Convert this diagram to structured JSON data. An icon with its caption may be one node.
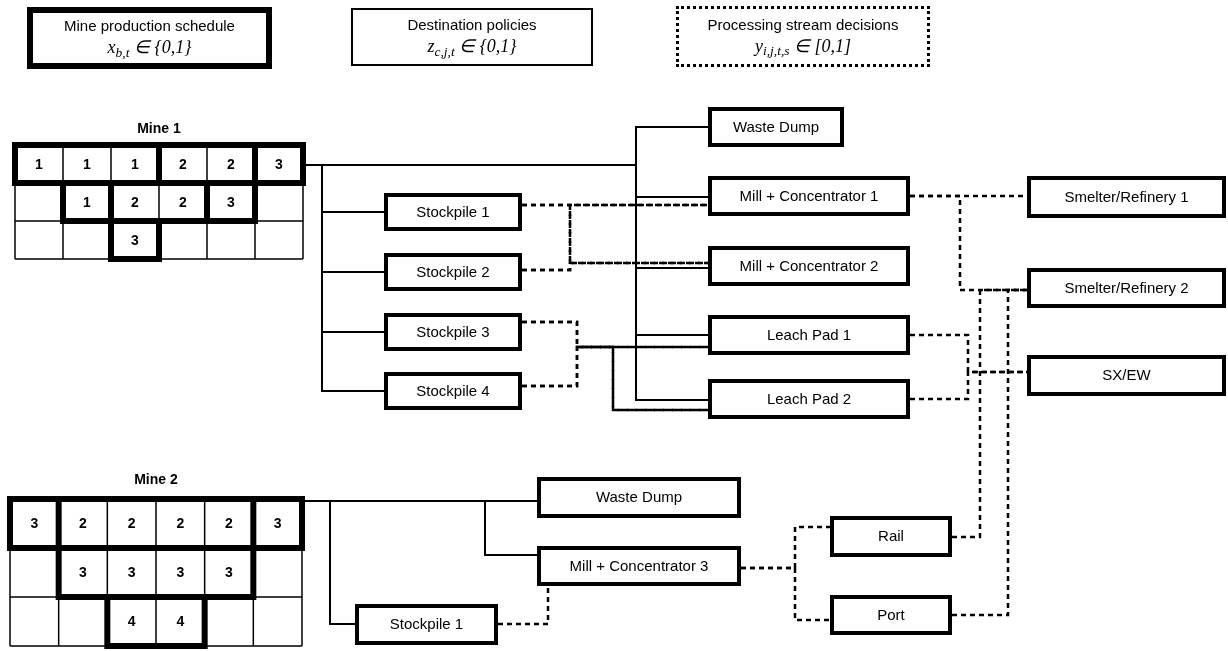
{
  "diagram": {
    "nodes": [
      {
        "text": [
          "Mine production schedule",
          "x$_{b,t}$ ∈ {0,1}"
        ]
      },
      {
        "text": [
          "Destination policies",
          "z$_{c,j,t}$ ∈ {0,1}"
        ]
      },
      {
        "text": [
          "Processing stream decisions",
          "y$_{i,j,t,s}$ ∈ [0,1]"
        ]
      },
      {
        "text": [
          "Mine 1"
        ]
      },
      {
        "text": [
          "Stockpile 1"
        ]
      },
      {
        "text": [
          "Stockpile 2"
        ]
      },
      {
        "text": [
          "Stockpile 3"
        ]
      },
      {
        "text": [
          "Stockpile 4"
        ]
      },
      {
        "text": [
          "Waste Dump"
        ]
      },
      {
        "text": [
          "Mill + Concentrator 1"
        ]
      },
      {
        "text": [
          "Mill + Concentrator 2"
        ]
      },
      {
        "text": [
          "Leach Pad 1"
        ]
      },
      {
        "text": [
          "Leach Pad 2"
        ]
      },
      {
        "text": [
          "Smelter/Refinery 1"
        ]
      },
      {
        "text": [
          "Smelter/Refinery 2"
        ]
      },
      {
        "text": [
          "SX/EW"
        ]
      },
      {
        "text": [
          "Mine 2"
        ]
      },
      {
        "text": [
          "Stockpile 1"
        ]
      },
      {
        "text": [
          "Waste Dump"
        ]
      },
      {
        "text": [
          "Mill + Concentrator 3"
        ]
      },
      {
        "text": [
          "Rail"
        ]
      },
      {
        "text": [
          "Port"
        ]
      }
    ],
    "edges": [
      {
        "from": 3,
        "to": 4,
        "arrow": "none"
      },
      {
        "from": 3,
        "to": 5,
        "arrow": "none"
      },
      {
        "from": 3,
        "to": 6,
        "arrow": "none"
      },
      {
        "from": 3,
        "to": 7,
        "arrow": "none"
      },
      {
        "from": 3,
        "to": 8,
        "arrow": "none"
      },
      {
        "from": 3,
        "to": 9,
        "arrow": "none"
      },
      {
        "from": 3,
        "to": 10,
        "arrow": "none"
      },
      {
        "from": 3,
        "to": 11,
        "arrow": "none"
      },
      {
        "from": 3,
        "to": 12,
        "arrow": "none"
      },
      {
        "from": 4,
        "to": 9,
        "arrow": "none",
        "style": "dashed"
      },
      {
        "from": 4,
        "to": 10,
        "arrow": "none",
        "style": "dashed"
      },
      {
        "from": 5,
        "to": 9,
        "arrow": "none",
        "style": "dashed"
      },
      {
        "from": 5,
        "to": 10,
        "arrow": "none",
        "style": "dashed"
      },
      {
        "from": 6,
        "to": 11,
        "arrow": "none",
        "style": "dashed"
      },
      {
        "from": 6,
        "to": 12,
        "arrow": "none",
        "style": "dashed"
      },
      {
        "from": 7,
        "to": 11,
        "arrow": "none",
        "style": "dashed"
      },
      {
        "from": 7,
        "to": 12,
        "arrow": "none",
        "style": "dashed"
      },
      {
        "from": 9,
        "to": 13,
        "arrow": "none",
        "style": "dashed"
      },
      {
        "from": 9,
        "to": 14,
        "arrow": "none",
        "style": "dashed"
      },
      {
        "from": 11,
        "to": 15,
        "arrow": "none",
        "style": "dashed"
      },
      {
        "from": 12,
        "to": 15,
        "arrow": "none",
        "style": "dashed"
      },
      {
        "from": 20,
        "to": 14,
        "arrow": "none",
        "style": "dashed"
      },
      {
        "from": 21,
        "to": 14,
        "arrow": "none",
        "style": "dashed"
      },
      {
        "from": 19,
        "to": 20,
        "arrow": "none",
        "style": "dashed"
      },
      {
        "from": 19,
        "to": 21,
        "arrow": "none",
        "style": "dashed"
      },
      {
        "from": 17,
        "to": 19,
        "arrow": "none",
        "style": "dashed"
      },
      {
        "from": 16,
        "to": 18,
        "arrow": "none"
      },
      {
        "from": 16,
        "to": 17,
        "arrow": "none"
      },
      {
        "from": 16,
        "to": 19,
        "arrow": "none"
      }
    ],
    "labels": [
      "1",
      "1",
      "1",
      "2",
      "2",
      "3",
      "1",
      "2",
      "2",
      "3",
      "3",
      "3",
      "2",
      "2",
      "2",
      "2",
      "3",
      "3",
      "3",
      "3",
      "3",
      "4",
      "4"
    ]
  }
}
